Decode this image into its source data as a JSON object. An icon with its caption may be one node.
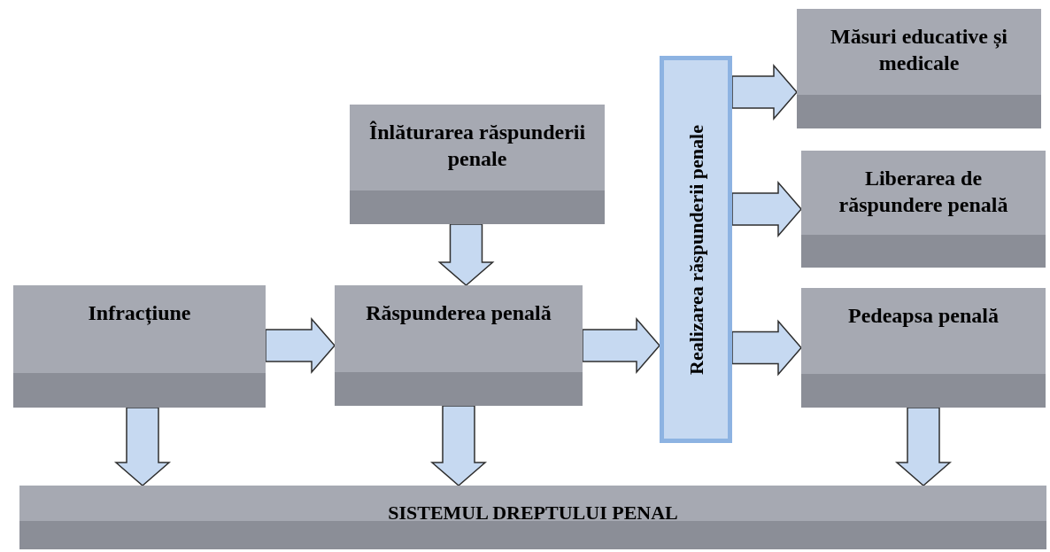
{
  "diagram": {
    "nodes": [
      {
        "text": [
          "Infracțiune"
        ]
      },
      {
        "text": [
          "Înlăturarea răspunderii penale"
        ]
      },
      {
        "text": [
          "Răspunderea penală"
        ]
      },
      {
        "text": [
          "Realizarea răspunderii penale"
        ]
      },
      {
        "text": [
          "Măsuri educative și medicale"
        ]
      },
      {
        "text": [
          "Liberarea de răspundere penală"
        ]
      },
      {
        "text": [
          "Pedeapsa penală"
        ]
      },
      {
        "text": [
          "SISTEMUL DREPTULUI PENAL"
        ]
      }
    ],
    "edges": [
      {
        "from": 0,
        "to": 2,
        "arrow": "to"
      },
      {
        "from": 1,
        "to": 2,
        "arrow": "to"
      },
      {
        "from": 2,
        "to": 3,
        "arrow": "to"
      },
      {
        "from": 3,
        "to": 4,
        "arrow": "to"
      },
      {
        "from": 3,
        "to": 5,
        "arrow": "to"
      },
      {
        "from": 3,
        "to": 6,
        "arrow": "to"
      },
      {
        "from": 0,
        "to": 7,
        "arrow": "to"
      },
      {
        "from": 2,
        "to": 7,
        "arrow": "to"
      },
      {
        "from": 6,
        "to": 7,
        "arrow": "to"
      }
    ]
  }
}
